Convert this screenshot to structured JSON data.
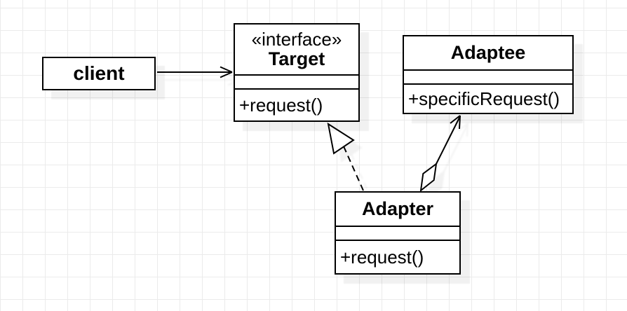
{
  "colors": {
    "stroke": "#000000",
    "node_fill": "#ffffff",
    "canvas_background": "#ffffff",
    "grid_line": "#ebebeb",
    "shadow": "#f0f0f0"
  },
  "nodes": {
    "client": {
      "name": "client"
    },
    "target": {
      "stereotype": "«interface»",
      "name": "Target",
      "attributes": "",
      "method": "+request()"
    },
    "adaptee": {
      "name": "Adaptee",
      "attributes": "",
      "method": "+specificRequest()"
    },
    "adapter": {
      "name": "Adapter",
      "attributes": "",
      "method": "+request()"
    }
  },
  "edges": [
    {
      "from": "client",
      "to": "Target",
      "relation": "directed-association",
      "line": "solid",
      "head": "open-arrow"
    },
    {
      "from": "Adapter",
      "to": "Target",
      "relation": "realization",
      "line": "dashed",
      "head": "hollow-triangle"
    },
    {
      "from": "Adapter",
      "to": "Adaptee",
      "relation": "aggregation",
      "line": "solid",
      "head": "open-arrow",
      "tail": "open-diamond"
    }
  ]
}
